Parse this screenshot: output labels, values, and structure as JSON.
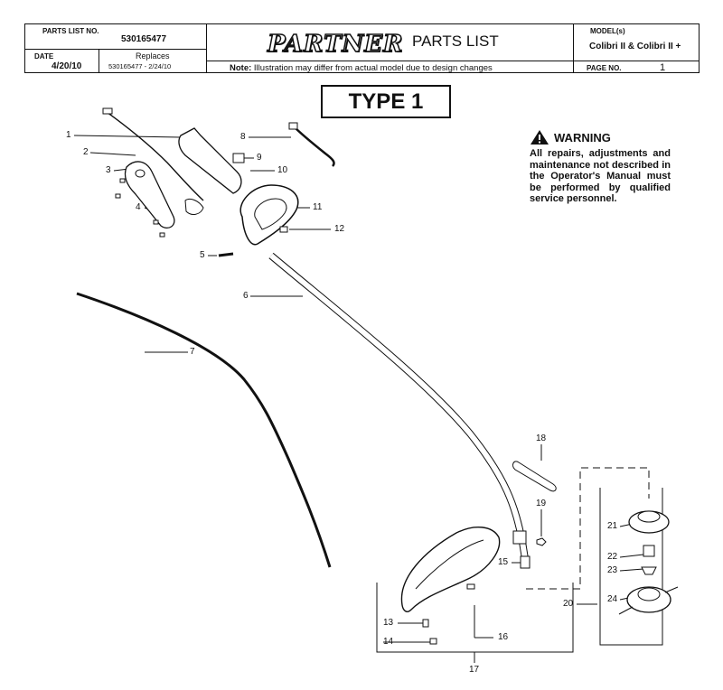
{
  "header": {
    "parts_list_no_label": "PARTS LIST NO.",
    "parts_list_no": "530165477",
    "date_label": "DATE",
    "date": "4/20/10",
    "replaces_label": "Replaces",
    "replaces": "530165477 - 2/24/10",
    "brand": "PARTNER",
    "title": "PARTS LIST",
    "note_label": "Note:",
    "note": "Illustration may differ from actual model due to design changes",
    "models_label": "MODEL(s)",
    "models": "Colibri II & Colibri II +",
    "page_label": "PAGE  NO.",
    "page_no": "1"
  },
  "type_label": "TYPE 1",
  "warning": {
    "icon": "warning-triangle-icon",
    "title": "WARNING",
    "body": "All repairs, adjustments and maintenance not described in the Operator's Manual must be performed by qualified service personnel."
  },
  "callouts": {
    "c1": "1",
    "c2": "2",
    "c3": "3",
    "c4": "4",
    "c5": "5",
    "c6": "6",
    "c7": "7",
    "c8": "8",
    "c9": "9",
    "c10": "10",
    "c11": "11",
    "c12": "12",
    "c13": "13",
    "c14": "14",
    "c15": "15",
    "c16": "16",
    "c17": "17",
    "c18": "18",
    "c19": "19",
    "c20": "20",
    "c21": "21",
    "c22": "22",
    "c23": "23",
    "c24": "24"
  }
}
